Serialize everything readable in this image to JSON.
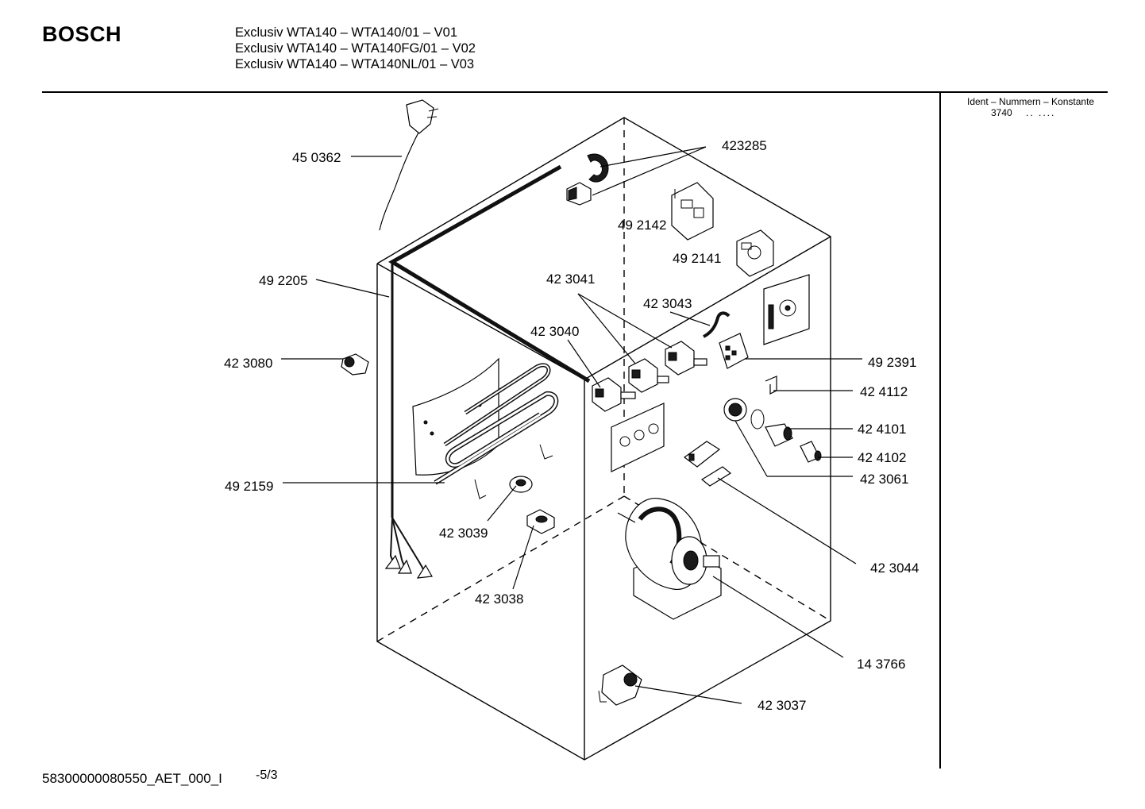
{
  "header": {
    "brand": "BOSCH",
    "models": [
      "Exclusiv WTA140 – WTA140/01 – V01",
      "Exclusiv WTA140 – WTA140FG/01 – V02",
      "Exclusiv WTA140 – WTA140NL/01 – V03"
    ]
  },
  "ident": {
    "title": "Ident – Nummern – Konstante",
    "value": "3740",
    "dots": ".. ...."
  },
  "part_labels": {
    "p450362": "45 0362",
    "p423285": "423285",
    "p492142": "49 2142",
    "p492141": "49 2141",
    "p492205": "49 2205",
    "p423041": "42 3041",
    "p423043": "42 3043",
    "p423040": "42 3040",
    "p423080": "42 3080",
    "p492391": "49 2391",
    "p424112": "42 4112",
    "p424101": "42 4101",
    "p424102": "42 4102",
    "p423061": "42 3061",
    "p492159": "49 2159",
    "p423039": "42 3039",
    "p423038": "42 3038",
    "p423044": "42 3044",
    "p143766": "14 3766",
    "p423037": "42 3037"
  },
  "footer": {
    "code": "58300000080550_AET_000_I",
    "page": "-5/3"
  }
}
